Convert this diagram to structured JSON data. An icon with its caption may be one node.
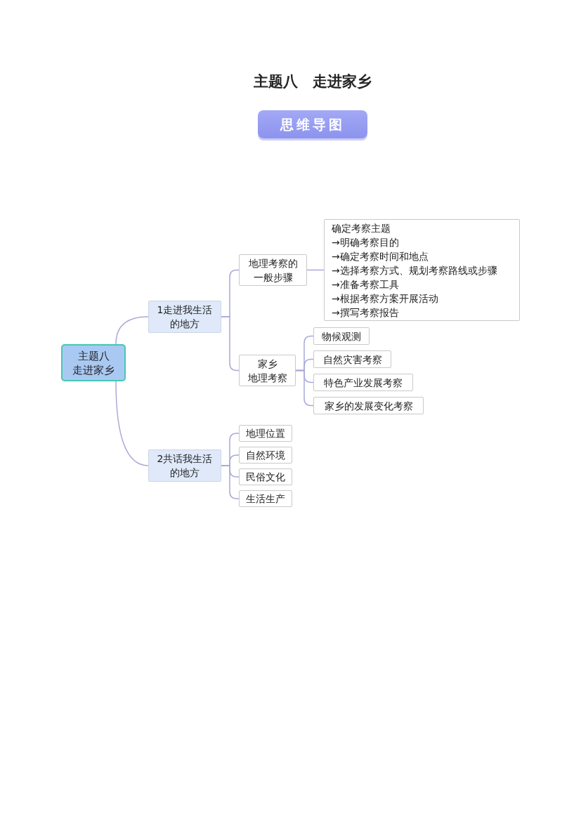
{
  "diagram": {
    "title": "主题八　走进家乡",
    "labels": [
      "思维导图"
    ],
    "nodes": [
      {
        "text": [
          "主题八",
          "走进家乡"
        ]
      },
      {
        "text": [
          "1走进我生活的地方"
        ]
      },
      {
        "text": [
          "地理考察的一般步骤"
        ]
      },
      {
        "text": [
          "确定考察主题",
          "→明确考察目的",
          "→确定考察时间和地点",
          "→选择考察方式、规划考察路线或步骤",
          "→准备考察工具",
          "→根据考察方案开展活动",
          "→撰写考察报告"
        ]
      },
      {
        "text": [
          "家乡",
          "地理考察"
        ]
      },
      {
        "text": [
          "物候观测"
        ]
      },
      {
        "text": [
          "自然灾害考察"
        ]
      },
      {
        "text": [
          "特色产业发展考察"
        ]
      },
      {
        "text": [
          "家乡的发展变化考察"
        ]
      },
      {
        "text": [
          "2共话我生活的地方"
        ]
      },
      {
        "text": [
          "地理位置"
        ]
      },
      {
        "text": [
          "自然环境"
        ]
      },
      {
        "text": [
          "民俗文化"
        ]
      },
      {
        "text": [
          "生活生产"
        ]
      }
    ],
    "edges": [
      {
        "from": 0,
        "to": 1,
        "arrow": "none"
      },
      {
        "from": 0,
        "to": 9,
        "arrow": "none"
      },
      {
        "from": 1,
        "to": 2,
        "arrow": "none"
      },
      {
        "from": 1,
        "to": 4,
        "arrow": "none"
      },
      {
        "from": 2,
        "to": 3,
        "arrow": "none"
      },
      {
        "from": 4,
        "to": 5,
        "arrow": "none"
      },
      {
        "from": 4,
        "to": 6,
        "arrow": "none"
      },
      {
        "from": 4,
        "to": 7,
        "arrow": "none"
      },
      {
        "from": 4,
        "to": 8,
        "arrow": "none"
      },
      {
        "from": 9,
        "to": 10,
        "arrow": "none"
      },
      {
        "from": 9,
        "to": 11,
        "arrow": "none"
      },
      {
        "from": 9,
        "to": 12,
        "arrow": "none"
      },
      {
        "from": 9,
        "to": 13,
        "arrow": "none"
      }
    ]
  }
}
